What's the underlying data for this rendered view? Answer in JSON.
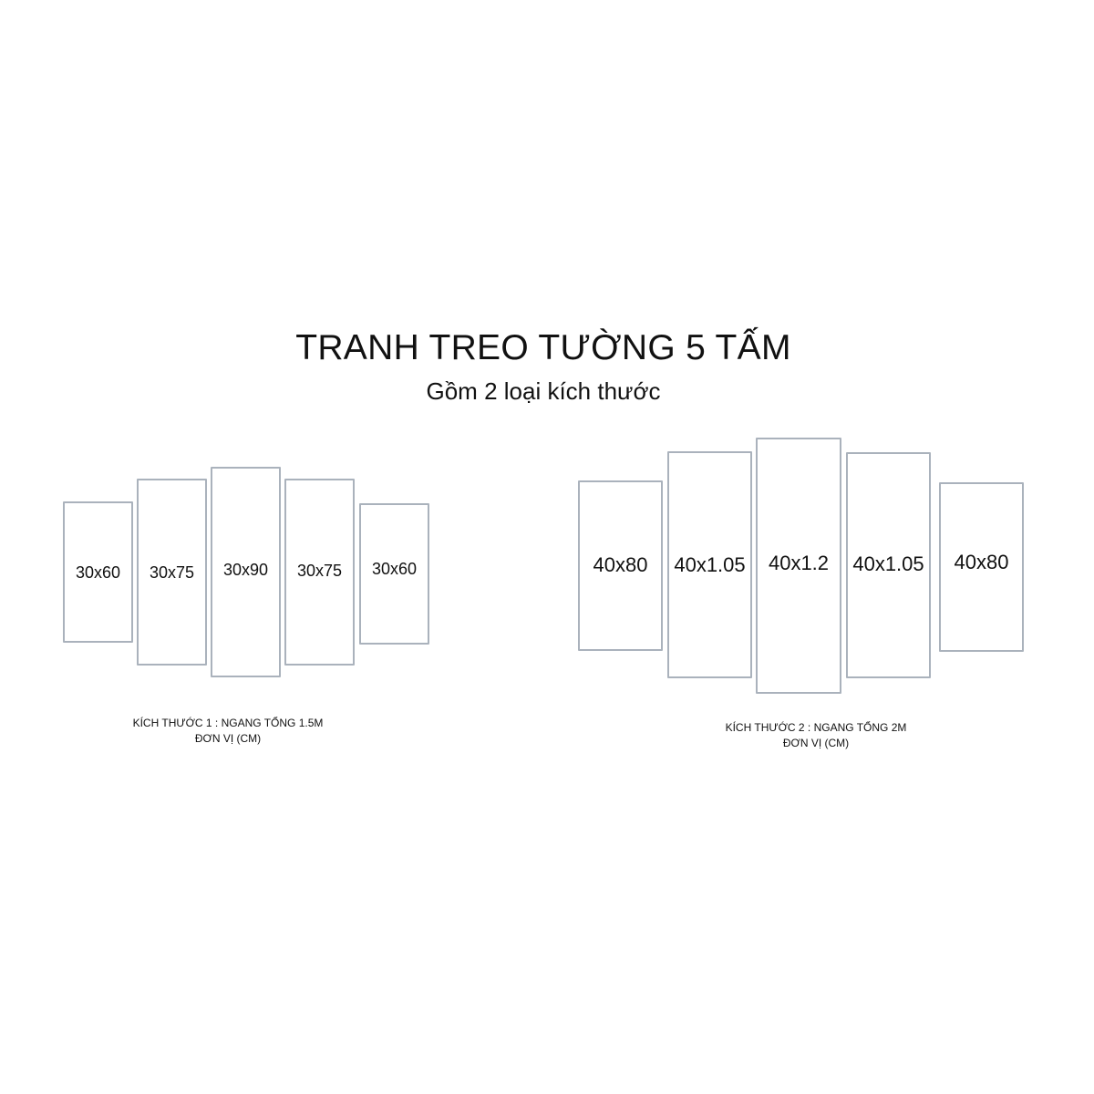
{
  "title": "TRANH TREO TƯỜNG 5 TẤM",
  "subtitle": "Gồm 2 loại kích thước",
  "set1": {
    "panels": [
      "30x60",
      "30x75",
      "30x90",
      "30x75",
      "30x60"
    ],
    "caption_line1": "KÍCH THƯỚC 1 : NGANG TỔNG 1.5M",
    "caption_line2": "ĐƠN VỊ (CM)"
  },
  "set2": {
    "panels": [
      "40x80",
      "40x1.05",
      "40x1.2",
      "40x1.05",
      "40x80"
    ],
    "caption_line1": "KÍCH THƯỚC 2 : NGANG TỔNG 2M",
    "caption_line2": "ĐƠN VỊ (CM)"
  },
  "colors": {
    "panel_border": "#aab2bc"
  }
}
